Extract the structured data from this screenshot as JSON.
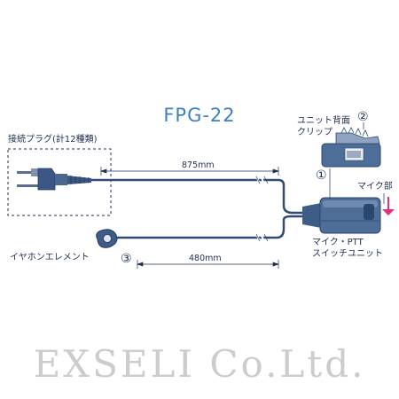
{
  "product_name": "FPG-22",
  "labels": {
    "plug": "接続プラグ(計12種類)",
    "clip": "ユニット背面\nクリップ",
    "mic_part": "マイク部",
    "earphone": "イヤホンエレメント",
    "ptt_unit": "マイク・PTT\nスイッチユニット",
    "marker1": "①",
    "marker2": "②",
    "marker3": "③"
  },
  "dimensions": {
    "cable_upper": "875mm",
    "cable_lower": "480mm"
  },
  "watermark": "EXSELI Co.Ltd.",
  "colors": {
    "title": "#3d7fc4",
    "cable": "#2f4a75",
    "unit": "#4e6e98",
    "arrow": "#e0307a",
    "watermark": "#cccccc"
  }
}
